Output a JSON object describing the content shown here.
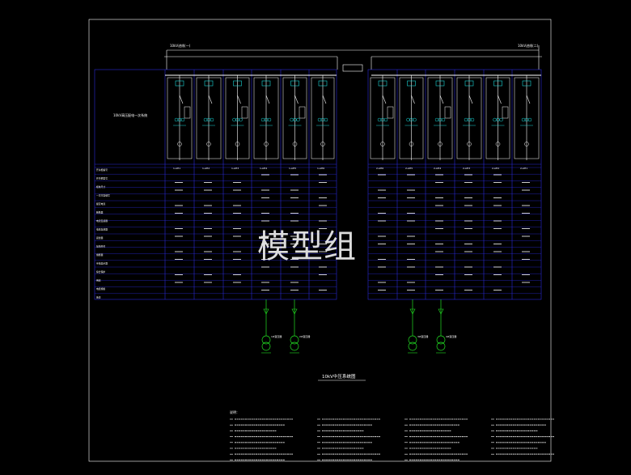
{
  "drawing": {
    "title": "10kV中压系统图",
    "watermark": "模型组",
    "left_section_label": "10kV高压配电一次系统",
    "incoming_left": "10kV进线(一)",
    "incoming_right": "10kV进线(二)",
    "colors": {
      "background": "#000000",
      "table_lines": "#2b2bd9",
      "equipment": "#ffffff",
      "devices": "#19d6d6",
      "cables": "#22dd22",
      "text": "#ffffff"
    }
  },
  "left_panels": [
    "1-AH1",
    "1-AH2",
    "1-AH3",
    "1-AH4",
    "1-AH5",
    "1-AH6"
  ],
  "right_panels": [
    "2-AH6",
    "2-AH5",
    "2-AH4",
    "2-AH3",
    "2-AH2",
    "2-AH1"
  ],
  "row_labels": [
    "开关柜编号",
    "开关柜型号",
    "柜体尺寸",
    "一次方案编号",
    "额定电流",
    "断路器",
    "电流互感器",
    "电压互感器",
    "避雷器",
    "接地开关",
    "熔断器",
    "带电显示器",
    "综合保护",
    "用途",
    "电缆规格",
    "备注"
  ],
  "transformers_left": [
    "1#变压器",
    "2#变压器"
  ],
  "transformers_right": [
    "3#变压器",
    "4#变压器"
  ],
  "notes_heading": "说明：",
  "icons": [
    "transformer-icon",
    "breaker-icon",
    "ct-icon"
  ]
}
